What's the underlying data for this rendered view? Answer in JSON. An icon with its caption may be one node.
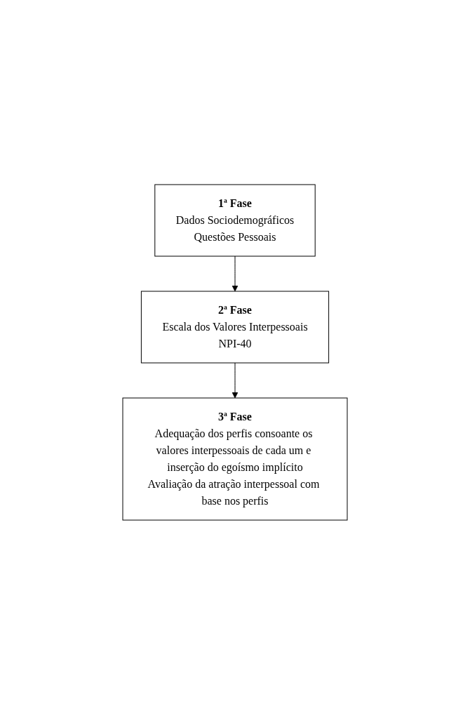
{
  "diagram": {
    "nodes": [
      {
        "text": [
          "1ª Fase",
          "Dados Sociodemográficos",
          "Questões Pessoais"
        ]
      },
      {
        "text": [
          "2ª Fase",
          "Escala dos Valores Interpessoais",
          "NPI-40"
        ]
      },
      {
        "text": [
          "3ª Fase",
          "Adequação dos perfis consoante os valores interpessoais de cada um e inserção do egoísmo implícito",
          "Avaliação da atração interpessoal com base nos perfis"
        ]
      }
    ],
    "edges": [
      {
        "from": 0,
        "to": 1,
        "arrow": "to"
      },
      {
        "from": 1,
        "to": 2,
        "arrow": "to"
      }
    ]
  }
}
